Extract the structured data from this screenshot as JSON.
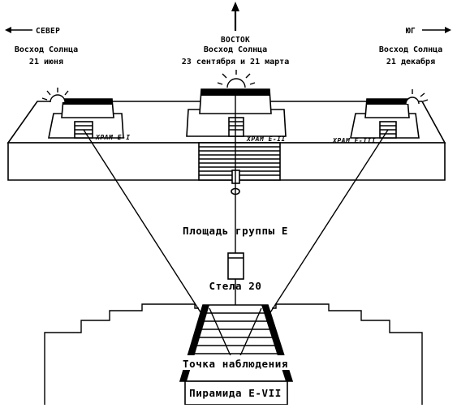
{
  "directions": {
    "north": "СЕВЕР",
    "east": "ВОСТОК",
    "south": "ЮГ"
  },
  "sunrises": {
    "north": {
      "line1": "Восход Солнца",
      "line2": "21 июня"
    },
    "east": {
      "line1": "Восход Солнца",
      "line2": "23 сентября и 21 марта"
    },
    "south": {
      "line1": "Восход Солнца",
      "line2": "21 декабря"
    }
  },
  "temples": {
    "e1": "ХРАМ Е-I",
    "e2": "ХРАМ Е-II",
    "e3": "ХРАМ Е-III"
  },
  "labels": {
    "plaza": "Площадь группы Е",
    "stela": "Стела 20",
    "observation_point": "Точка наблюдения",
    "pyramid": "Пирамида E-VII"
  }
}
